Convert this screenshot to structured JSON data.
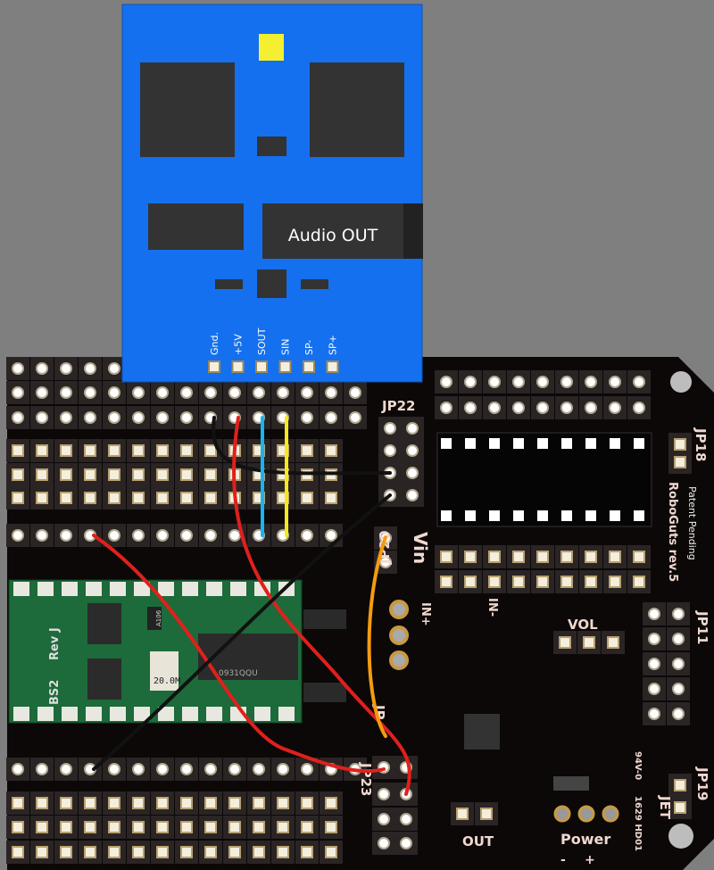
{
  "audio_module": {
    "label": "Audio OUT",
    "pins": [
      "Gnd.",
      "+5V",
      "SOUT",
      "SIN",
      "SP-",
      "SP+"
    ],
    "color": "#1470ee"
  },
  "board": {
    "jumpers": {
      "jp22": "JP22",
      "jp20": "JP20",
      "jp18": "JP18",
      "jp11": "JP11",
      "jp23": "JP23",
      "jp19": "JP19",
      "jp_partial": "JP"
    },
    "labels": {
      "vin": "Vin",
      "patent": "Patent Pending",
      "name": "RoboGuts rev.5",
      "in_plus": "IN+",
      "in_minus": "IN-",
      "vol": "VOL",
      "out": "OUT",
      "power": "Power",
      "plus": "+",
      "minus": "-",
      "jet": "JET",
      "rating": "94V-0",
      "date_code": "1629 HD01"
    }
  },
  "bs2": {
    "model": "BS2",
    "rev": "Rev J",
    "crystal": "20.0M",
    "part": "A106",
    "chip_code": "0931QQU"
  },
  "wire_colors": {
    "red": "#e0201c",
    "black": "#111111",
    "blue": "#18b4f0",
    "yellow": "#f4e81c",
    "orange": "#f49c10"
  }
}
